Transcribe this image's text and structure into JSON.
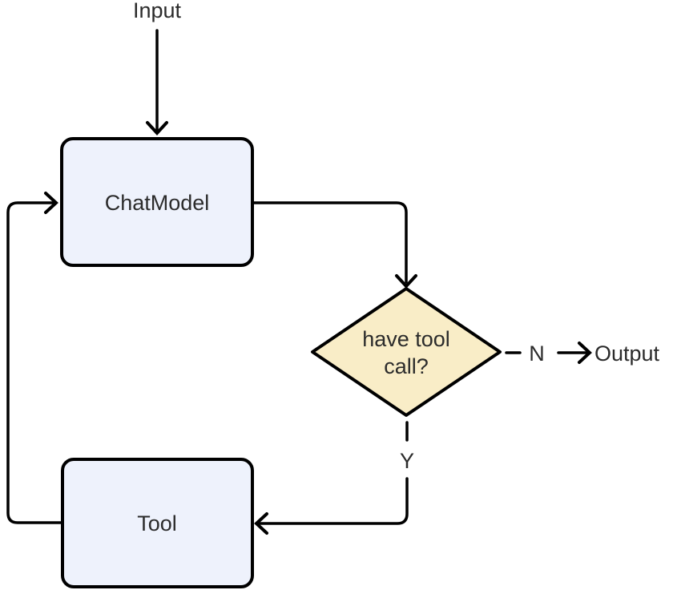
{
  "diagram": {
    "type": "flowchart",
    "nodes": {
      "input": {
        "label": "Input",
        "kind": "start-terminal"
      },
      "chat_model": {
        "label": "ChatModel",
        "kind": "process"
      },
      "decision": {
        "label_line1": "have tool",
        "label_line2": "call?",
        "kind": "decision"
      },
      "tool": {
        "label": "Tool",
        "kind": "process"
      },
      "output": {
        "label": "Output",
        "kind": "end-terminal"
      }
    },
    "edge_labels": {
      "no": "N",
      "yes": "Y"
    },
    "edges": [
      {
        "from": "Input",
        "to": "ChatModel",
        "style": "solid",
        "label": ""
      },
      {
        "from": "ChatModel",
        "to": "have tool call?",
        "style": "solid",
        "label": ""
      },
      {
        "from": "have tool call?",
        "to": "Output",
        "style": "dashed",
        "label": "N"
      },
      {
        "from": "have tool call?",
        "to": "Tool",
        "style": "dashed",
        "label": "Y"
      },
      {
        "from": "Tool",
        "to": "ChatModel",
        "style": "solid",
        "label": ""
      }
    ],
    "colors": {
      "node_fill": "#eef2fc",
      "decision_fill": "#f9edc7",
      "stroke": "#000000",
      "text": "#2b2b2b",
      "background": "#ffffff"
    }
  }
}
